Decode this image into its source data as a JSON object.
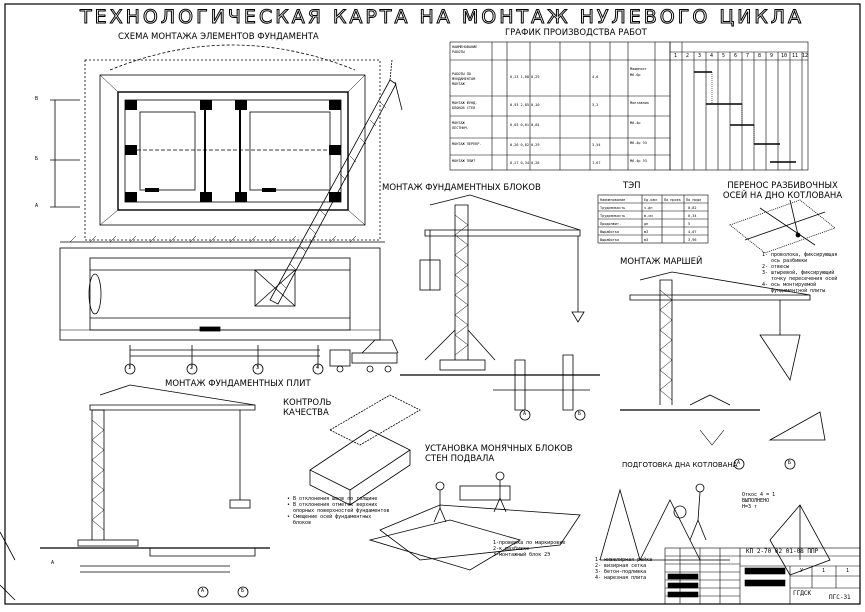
{
  "title": "ТЕХНОЛОГИЧЕСКАЯ КАРТА НА МОНТАЖ НУЛЕВОГО ЦИКЛА",
  "sections": {
    "scheme": "СХЕМА МОНТАЖА ЭЛЕМЕНТОВ ФУНДАМЕНТА",
    "schedule": "ГРАФИК ПРОИЗВОДСТВА РАБОТ",
    "blocks": "МОНТАЖ ФУНДАМЕНТНЫХ БЛОКОВ",
    "tep": "ТЭП",
    "transfer": "ПЕРЕНОС РАЗБИВОЧНЫХ ОСЕЙ НА ДНО КОТЛОВАНА",
    "marches": "МОНТАЖ МАРШЕЙ",
    "plates": "МОНТАЖ ФУНДАМЕНТНЫХ ПЛИТ",
    "quality": "КОНТРОЛЬ КАЧЕСТВА",
    "walls": "УСТАНОВКА МОНЯЧНЫХ БЛОКОВ СТЕН ПОДВАЛА",
    "bottom": "ПОДГОТОВКА ДНА КОТЛОВАНА"
  },
  "axes": {
    "rows": [
      "В",
      "Б",
      "А"
    ],
    "cols": [
      "1",
      "2",
      "3",
      "4"
    ]
  },
  "schedule_months": [
    "1",
    "2",
    "3",
    "4",
    "5",
    "6",
    "7",
    "8",
    "9",
    "10",
    "11",
    "12"
  ],
  "callouts": [
    "А",
    "Б",
    "А",
    "Б",
    "А",
    "Б",
    "А"
  ],
  "stamp": {
    "code": "КП 2-70 02 01-08 ППР",
    "org": "ГГДСК",
    "sheet": "ПГС-31",
    "row_values": [
      "У",
      "1",
      "1"
    ]
  },
  "notes": {
    "legend": "1- нивелирная рейка\n2- визирная сетка\n3- бетон-подливка\n4- нарезная плита",
    "quality": "• В отклонения швов по толщине\n• В отклонения отметок верхних\n  опорных поверхностей фундаментов\n• Смещение осей фундаментных\n  блоков",
    "walls_sub": "1-проверка по маркировке\n2-к разбивке\n3-монтажный блок 2Э",
    "transfer": "1- проволока, фиксирующая\n   ось разбивки\n2- отвесы\n3- штыревой, фиксирующий\n   точку пересечения осей\n4- ось монтируемой\n   фундаментной плиты",
    "slope": "Откос 4 = 1\nВЫПОЛНЕНО\nН=3 т"
  }
}
